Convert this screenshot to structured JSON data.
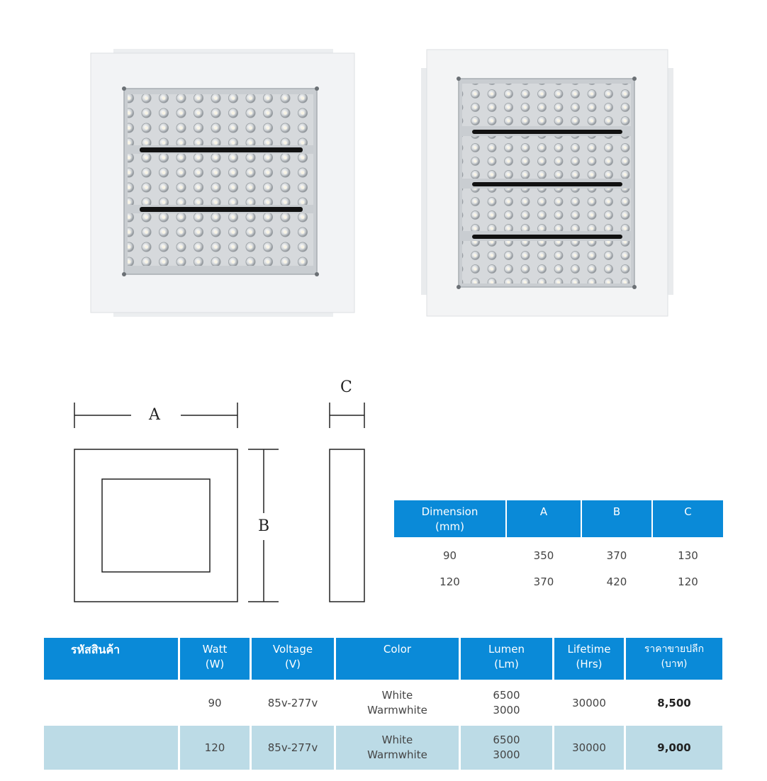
{
  "drawing_labels": {
    "a": "A",
    "b": "B",
    "c": "C"
  },
  "dimension_table": {
    "header": {
      "dimension": "Dimension\n(mm)",
      "a": "A",
      "b": "B",
      "c": "C"
    },
    "rows": [
      {
        "dimension": "90",
        "a": "350",
        "b": "370",
        "c": "130"
      },
      {
        "dimension": "120",
        "a": "370",
        "b": "420",
        "c": "120"
      }
    ]
  },
  "spec_table": {
    "header": {
      "code": "รหัสสินค้า",
      "watt": "Watt\n(W)",
      "voltage": "Voltage\n(V)",
      "color": "Color",
      "lumen": "Lumen\n(Lm)",
      "lifetime": "Lifetime\n(Hrs)",
      "price": "ราคาขายปลีก\n(บาท)"
    },
    "rows": [
      {
        "code": "",
        "watt": "90",
        "voltage": "85v-277v",
        "color": "White\nWarmwhite",
        "lumen": "6500\n3000",
        "lifetime": "30000",
        "price": "8,500"
      },
      {
        "code": "",
        "watt": "120",
        "voltage": "85v-277v",
        "color": "White\nWarmwhite",
        "lumen": "6500\n3000",
        "lifetime": "30000",
        "price": "9,000"
      }
    ]
  },
  "colors": {
    "header_blue": "#0a8ad8",
    "row_tint": "#bcdbe6",
    "housing": "#f3f4f5"
  }
}
